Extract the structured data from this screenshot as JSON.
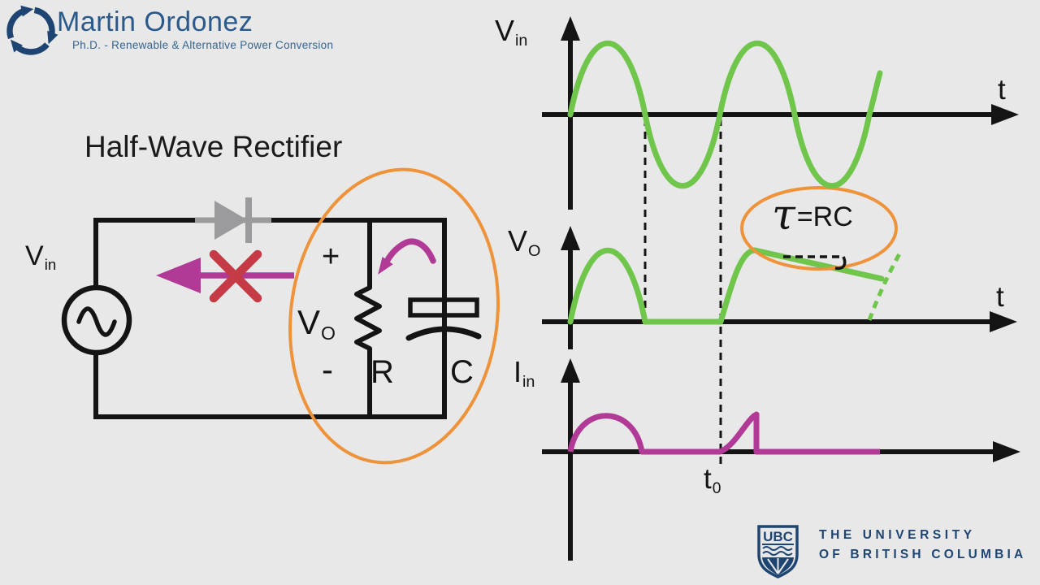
{
  "background": "#e8e8e8",
  "colors": {
    "ink": "#141414",
    "wave_green": "#6fc64b",
    "magenta": "#b13a97",
    "orange": "#ee9339",
    "red_x": "#c43b45",
    "diode_gray": "#9b9b9d",
    "navy": "#1e4572",
    "logo_blue": "#2a5a8c"
  },
  "branding": {
    "name": "Martin Ordonez",
    "tagline": "Ph.D. - Renewable & Alternative Power Conversion"
  },
  "slide": {
    "title": "Half-Wave Rectifier"
  },
  "circuit": {
    "source_label": {
      "base": "V",
      "sub": "in"
    },
    "polarity_plus": "+",
    "output_label": {
      "base": "V",
      "sub": "O"
    },
    "polarity_minus": "-",
    "resistor_label": "R",
    "capacitor_label": "C"
  },
  "annotation": {
    "tau_symbol": "τ",
    "formula_rest": "=RC"
  },
  "plots": {
    "vin": {
      "axis_label": {
        "base": "V",
        "sub": "in"
      },
      "time_label": "t",
      "waveform": "green sine wave, about 2.25 cycles"
    },
    "vout": {
      "axis_label": {
        "base": "V",
        "sub": "O"
      },
      "time_label": "t",
      "waveform": "half-sine pulse, zero hold, recharge peak then slow RC decay, dashed continuation"
    },
    "iin": {
      "axis_label": {
        "base": "I",
        "sub": "in"
      },
      "t0_label": {
        "base": "t",
        "sub": "0"
      },
      "waveform": "magenta half-sine pulse, zero interval, short charging spike at t0"
    }
  },
  "footer": {
    "crest_text": "UBC",
    "university_line1": "THE UNIVERSITY",
    "university_line2": "OF BRITISH COLUMBIA"
  }
}
